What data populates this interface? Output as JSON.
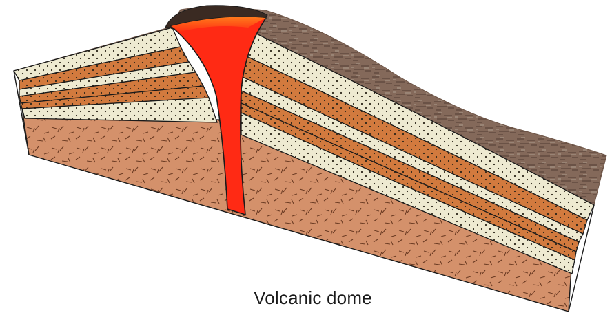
{
  "diagram": {
    "caption": "Volcanic dome",
    "colors": {
      "magma": "#ff2a14",
      "magma_top": "#ff6a1a",
      "crater_rock": "#3a2a22",
      "surface_rock": "#8a7264",
      "cream_layer": "#eeead1",
      "orange_layer": "#d27a3e",
      "basement": "#d4916b",
      "outline": "#1a1a1a"
    },
    "layers": [
      "surface-rock",
      "cream-layer",
      "orange-layer",
      "cream-layer",
      "orange-layer",
      "orange-layer",
      "cream-layer",
      "basement-rock"
    ]
  }
}
